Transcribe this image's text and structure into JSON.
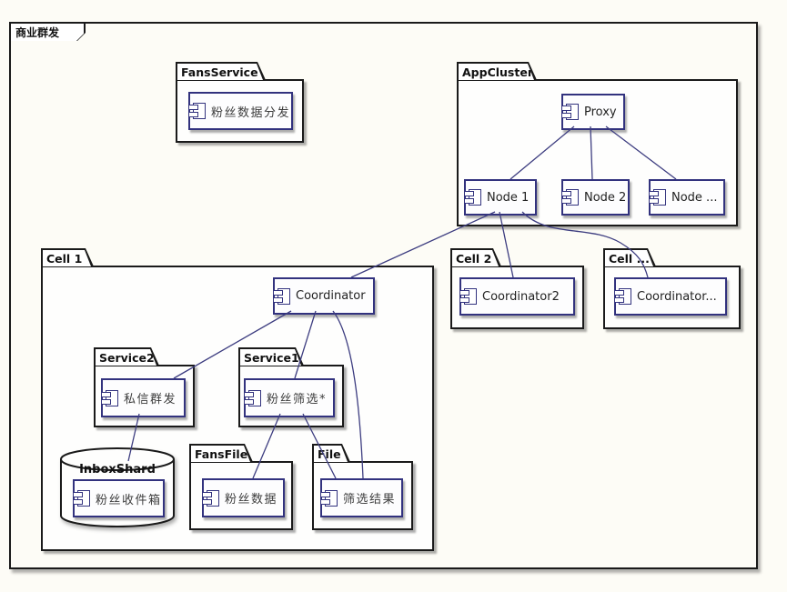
{
  "frame": {
    "title": "商业群发"
  },
  "packages": {
    "fans_service": "FansService",
    "app_cluster": "AppCluster",
    "cell1": "Cell 1",
    "cell2": "Cell 2",
    "cell_more": "Cell ...",
    "service2": "Service2",
    "service1": "Service1",
    "inbox_shard": "InboxShard",
    "fans_file": "FansFile",
    "file": "File"
  },
  "components": {
    "fans_distribute": "粉丝数据分发",
    "proxy": "Proxy",
    "node1": "Node 1",
    "node2": "Node 2",
    "node_more": "Node ...",
    "coordinator": "Coordinator",
    "coordinator2": "Coordinator2",
    "coordinator_more": "Coordinator...",
    "private_msg": "私信群发",
    "fans_filter": "粉丝筛选*",
    "fans_inbox": "粉丝收件箱",
    "fans_data": "粉丝数据",
    "filter_result": "筛选结果"
  },
  "edges": [
    {
      "from": "Proxy",
      "to": "Node 1"
    },
    {
      "from": "Proxy",
      "to": "Node 2"
    },
    {
      "from": "Proxy",
      "to": "Node ..."
    },
    {
      "from": "Node 1",
      "to": "Coordinator"
    },
    {
      "from": "Node 1",
      "to": "Coordinator2"
    },
    {
      "from": "Node 1",
      "to": "Coordinator..."
    },
    {
      "from": "Coordinator",
      "to": "私信群发"
    },
    {
      "from": "Coordinator",
      "to": "粉丝筛选*"
    },
    {
      "from": "Coordinator",
      "to": "筛选结果"
    },
    {
      "from": "私信群发",
      "to": "粉丝收件箱"
    },
    {
      "from": "粉丝筛选*",
      "to": "粉丝数据"
    },
    {
      "from": "粉丝筛选*",
      "to": "筛选结果"
    }
  ],
  "colors": {
    "bg": "#fdfcf6",
    "pkg-border": "#1a1a1a",
    "comp-border": "#32327e",
    "line": "#3d3d80"
  }
}
